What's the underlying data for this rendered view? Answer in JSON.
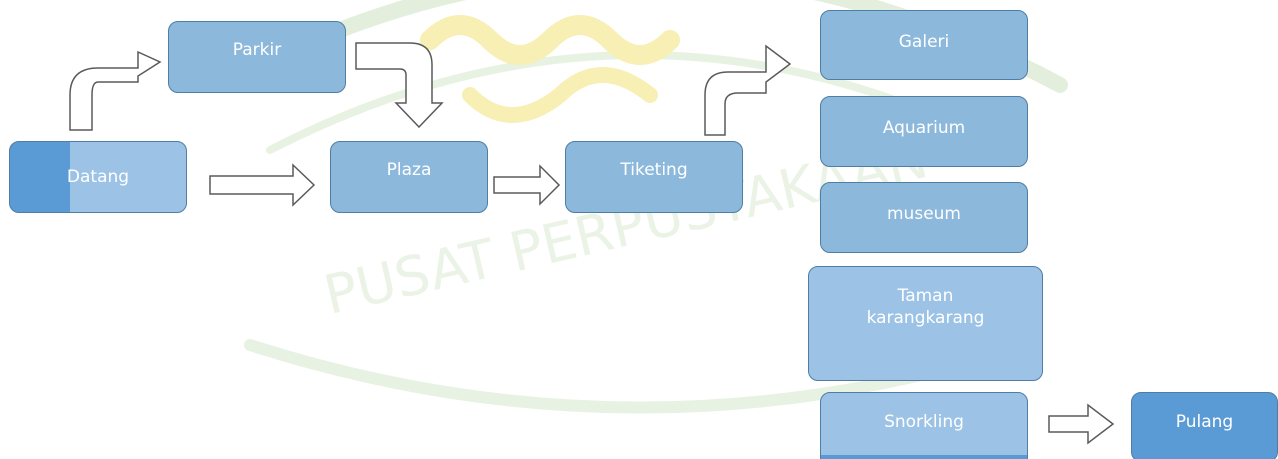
{
  "nodes": {
    "datang": "Datang",
    "parkir": "Parkir",
    "plaza": "Plaza",
    "tiketing": "Tiketing",
    "galeri": "Galeri",
    "aquarium": "Aquarium",
    "museum": "museum",
    "taman": "Taman\nkarangkarang",
    "snorkling": "Snorkling",
    "pulang": "Pulang"
  },
  "watermark": {
    "text": "PUSAT PERPUSTAKAAN"
  },
  "colors": {
    "box_fill": "#8cb8dc",
    "box_fill_light": "#9cc3e6",
    "box_fill_dark": "#5b9bd5",
    "box_border": "#4f7da3",
    "arrow_outline": "#5a5a5a",
    "watermark_green": "#e3efdc",
    "watermark_gold": "#f7efb4"
  }
}
